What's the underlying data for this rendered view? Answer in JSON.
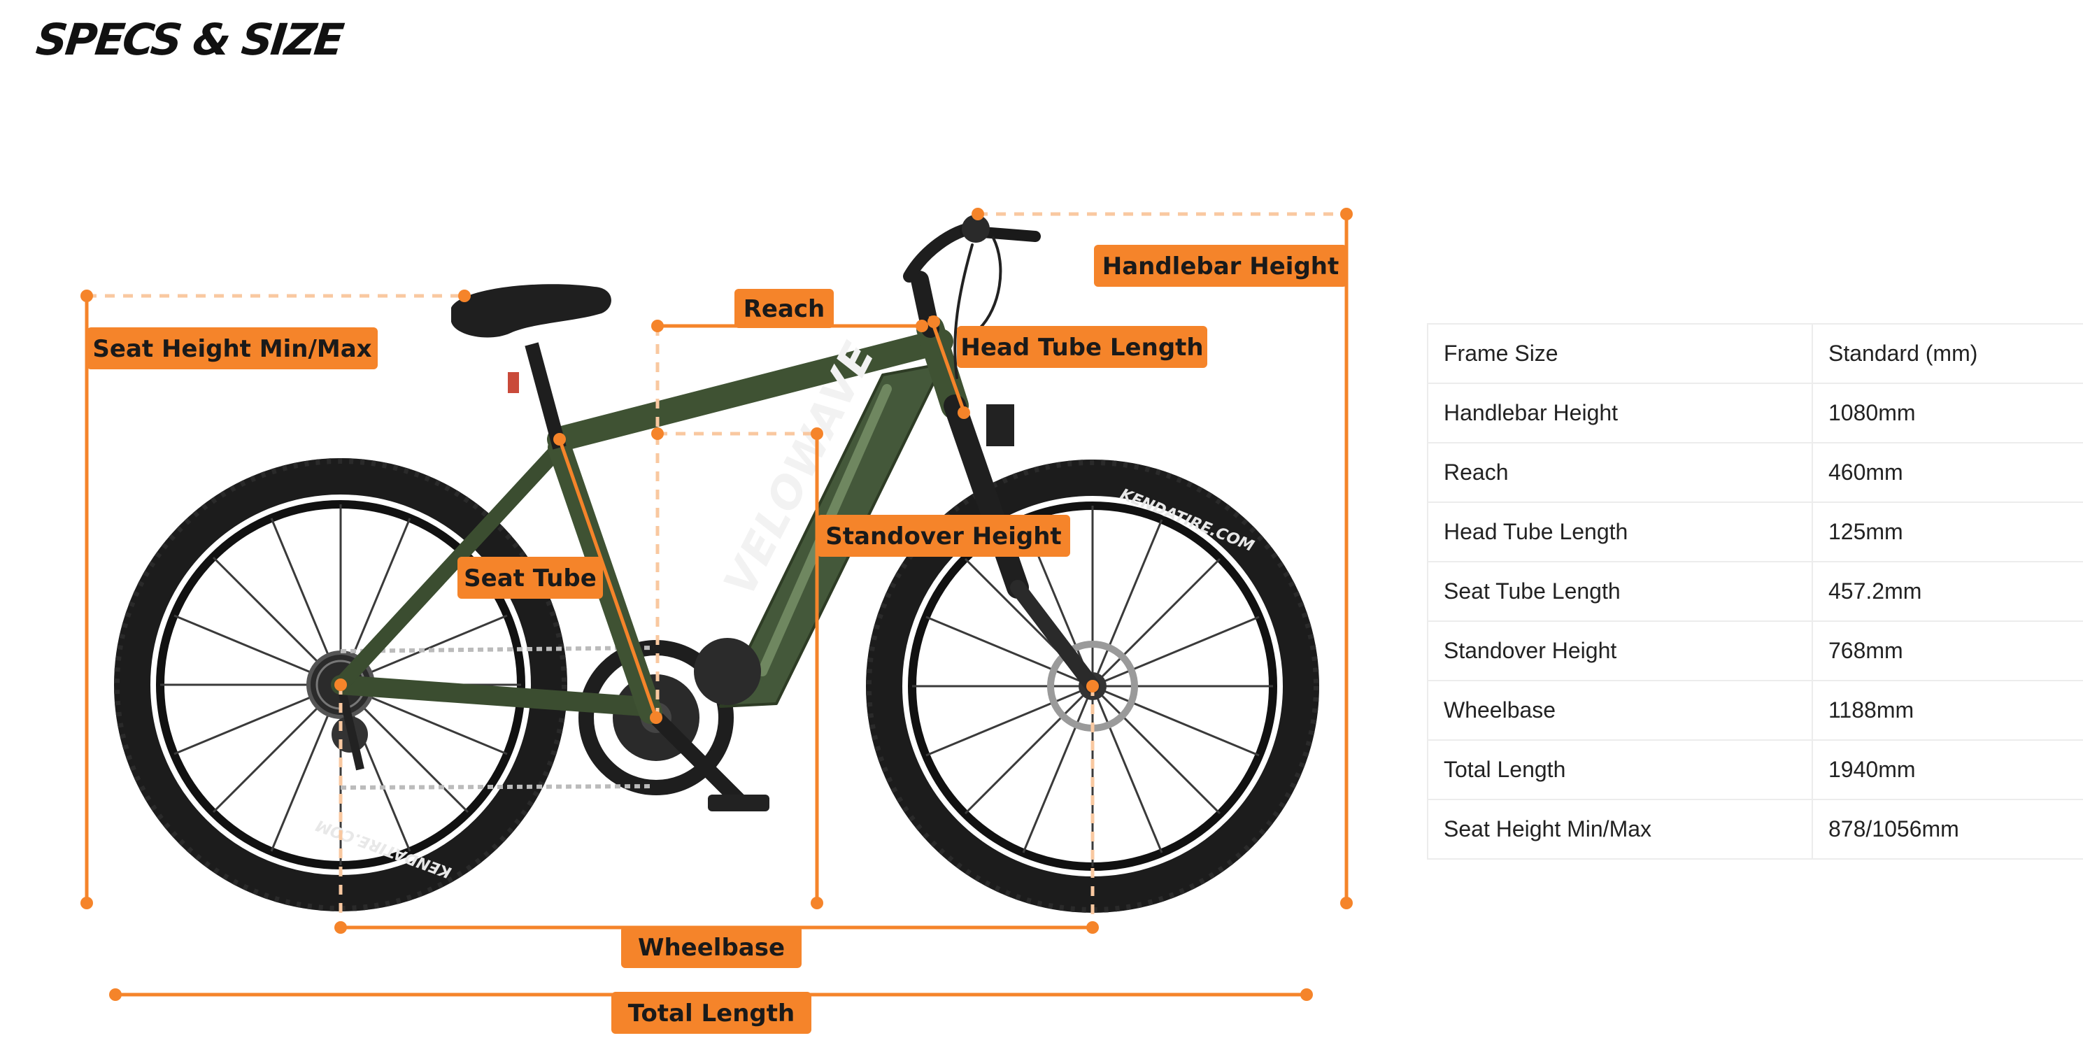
{
  "title": "SPECS & SIZE",
  "bike": {
    "brand": "VELOWAVE",
    "tire_brand": "KENDATIRE.COM"
  },
  "labels": {
    "handlebar_height": "Handlebar Height",
    "reach": "Reach",
    "head_tube_length": "Head Tube Length",
    "seat_height": "Seat Height Min/Max",
    "standover_height": "Standover Height",
    "seat_tube": "Seat Tube",
    "wheelbase": "Wheelbase",
    "total_length": "Total Length"
  },
  "table": {
    "header": [
      "Frame Size",
      "Standard (mm)"
    ],
    "rows": [
      [
        "Handlebar Height",
        "1080mm"
      ],
      [
        "Reach",
        "460mm"
      ],
      [
        "Head Tube Length",
        "125mm"
      ],
      [
        "Seat Tube Length",
        "457.2mm"
      ],
      [
        "Standover Height",
        "768mm"
      ],
      [
        "Wheelbase",
        "1188mm"
      ],
      [
        "Total Length",
        "1940mm"
      ],
      [
        "Seat Height Min/Max",
        "878/1056mm"
      ]
    ]
  },
  "colors": {
    "accent": "#f5842a",
    "accent_light": "#f9c8a0",
    "frame": "#3f5233",
    "tire": "#1c1c1c",
    "text_dark": "#1a1a1a"
  }
}
